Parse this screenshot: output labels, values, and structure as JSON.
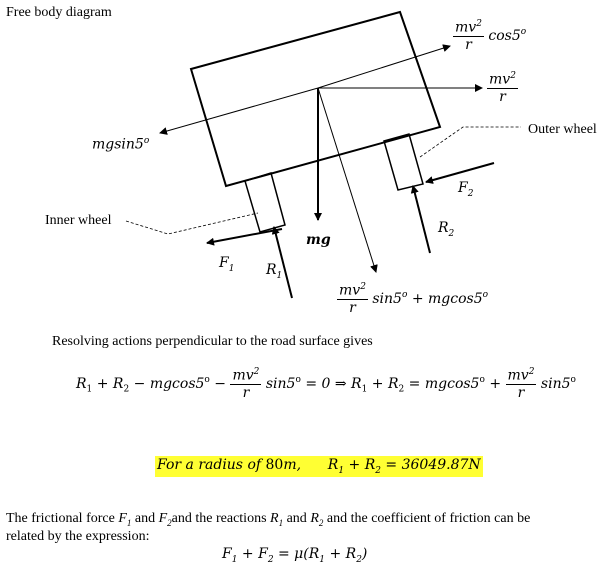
{
  "heading": "Free body diagram",
  "labels": {
    "mv2": "mv",
    "r": "r",
    "cos5": "cos5",
    "mgsin5": "mgsin5",
    "outer_wheel": "Outer wheel",
    "inner_wheel": "Inner wheel",
    "F1": "F",
    "F2": "F",
    "R1": "R",
    "R2": "R",
    "mg": "mg",
    "sin5_plus_mgcos5": "sin5",
    "plus_mgcos5": " + mgcos5",
    "sub1": "1",
    "sub2": "2",
    "sup2": "2",
    "supo": "o"
  },
  "paragraph1": "Resolving actions perpendicular to the road surface gives",
  "equation1": {
    "lhs": "R",
    "plus": " + R",
    "minus_mgcos": " − mgcos5",
    "minus": " − ",
    "sin": "sin5",
    "eq_zero": " = 0 ⇒ R",
    "plus2": " + R",
    "eq_mgcos": " = mgcos5",
    "plus3": " + "
  },
  "highlight": {
    "label": "For a radius of ",
    "radius": "80",
    "unit": "m,",
    "sum": "R",
    "plus": " + R",
    "eq": " = 36049.87N"
  },
  "paragraph2_part1": "The frictional force",
  "paragraph2_and1": "and",
  "paragraph2_part2": "and the reactions",
  "paragraph2_and2": "and",
  "paragraph2_part3": "and the coefficient of friction can be",
  "paragraph2_line2": "related by the expression:",
  "equation2": {
    "f1": "F",
    "plus": " + F",
    "eq": " = μ(R",
    "plus2": " + R",
    "close": ")"
  }
}
